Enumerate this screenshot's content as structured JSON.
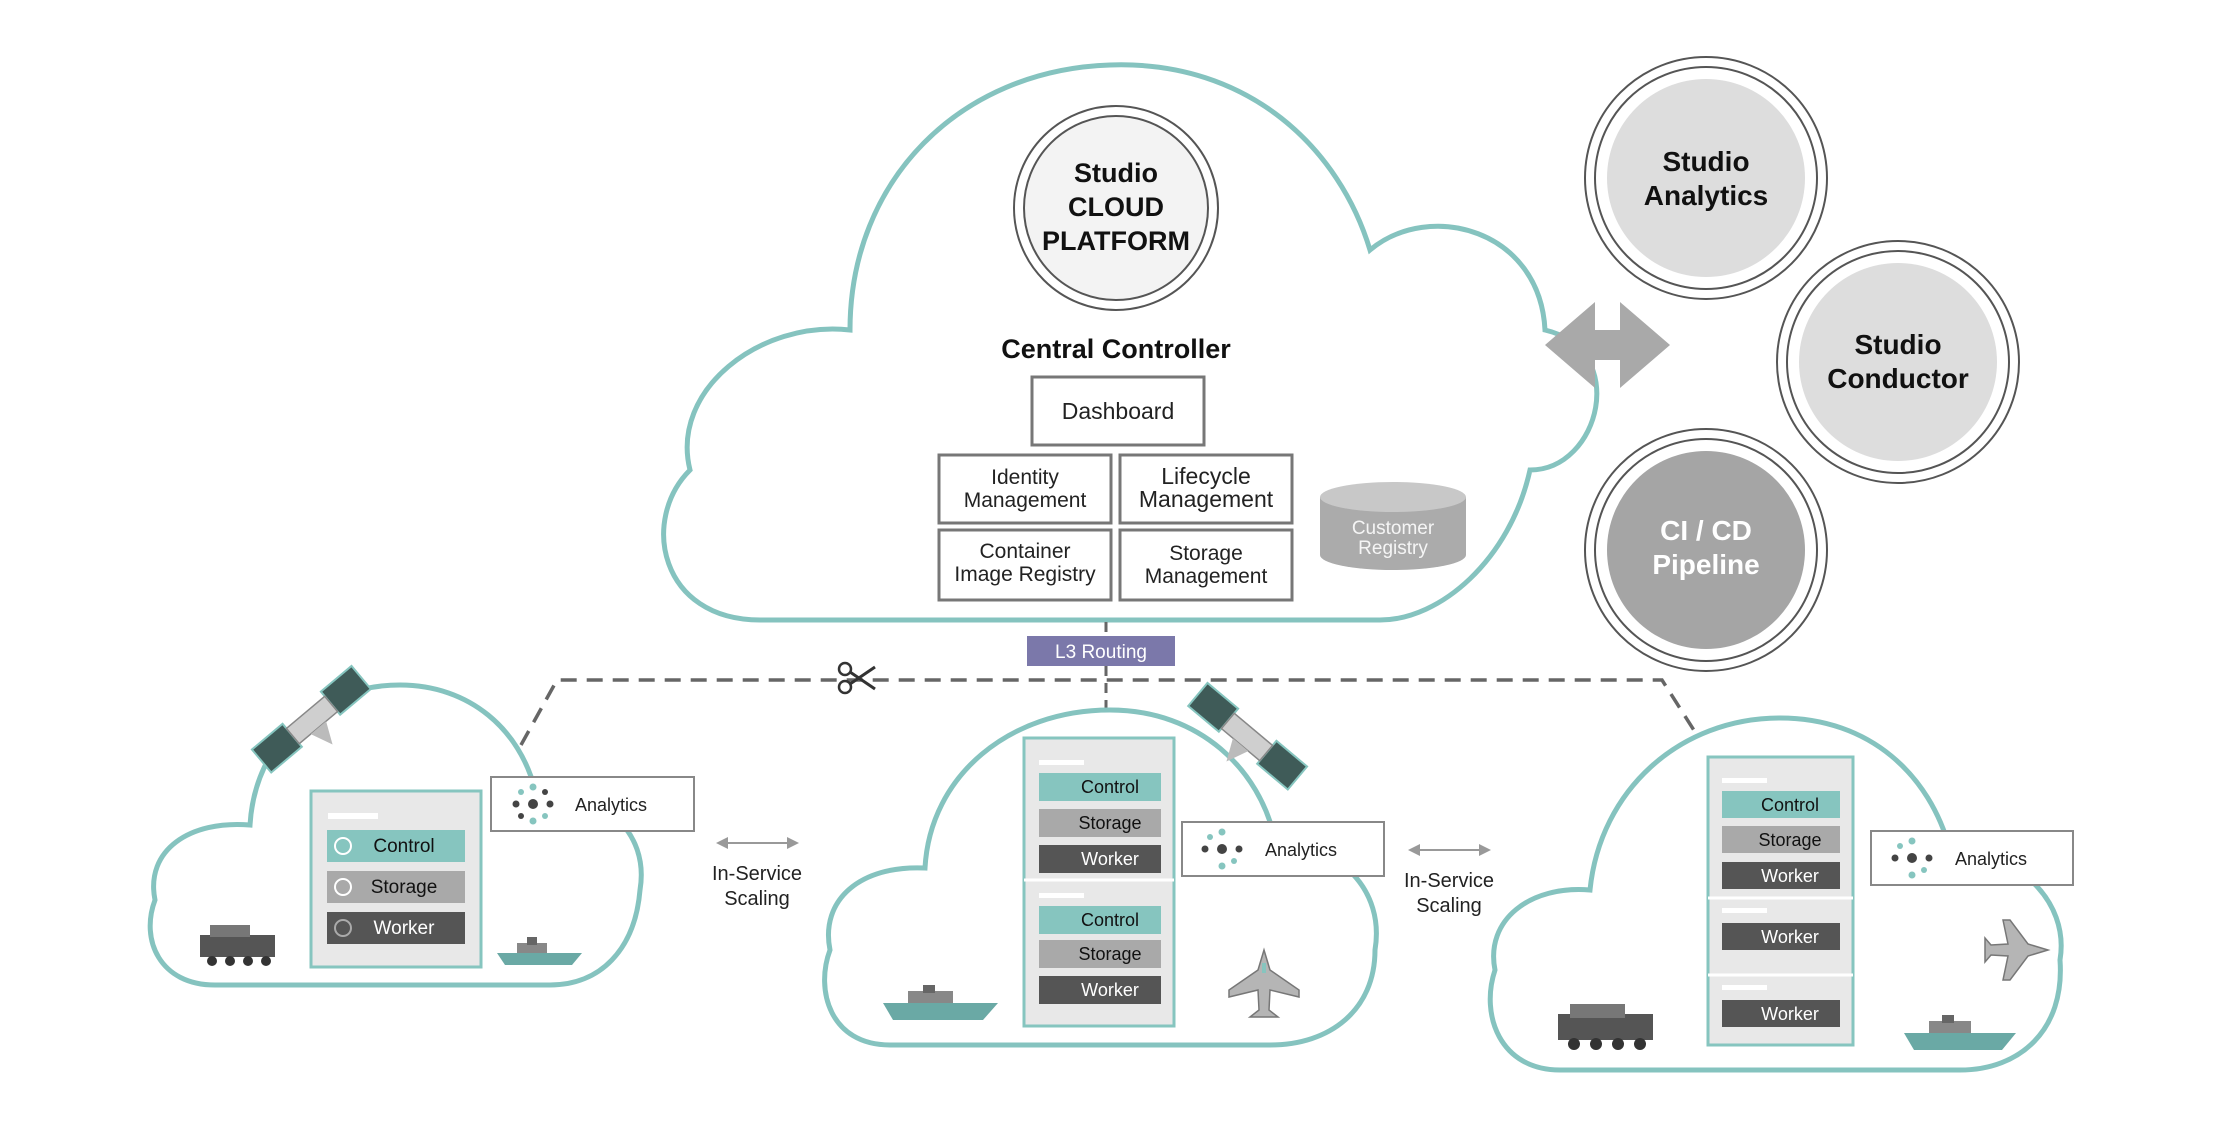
{
  "colors": {
    "teal": "#7fbfbc",
    "teal_fill": "#86c5bf",
    "cloud_stroke": "#85c3bf",
    "grey_mid": "#a9a9a9",
    "grey_dark": "#555555",
    "routing_purple": "#7b78aa",
    "circle_light": "#dddddd",
    "circle_dark": "#a5a5a5"
  },
  "platform": {
    "title_line1": "Studio",
    "title_line2": "CLOUD",
    "title_line3": "PLATFORM",
    "controller_title": "Central Controller",
    "dashboard": "Dashboard",
    "identity_line1": "Identity",
    "identity_line2": "Management",
    "lifecycle_line1": "Lifecycle",
    "lifecycle_line2": "Management",
    "container_line1": "Container",
    "container_line2": "Image Registry",
    "storage_line1": "Storage",
    "storage_line2": "Management",
    "registry_line1": "Customer",
    "registry_line2": "Registry"
  },
  "services": {
    "analytics_line1": "Studio",
    "analytics_line2": "Analytics",
    "conductor_line1": "Studio",
    "conductor_line2": "Conductor",
    "cicd_line1": "CI / CD",
    "cicd_line2": "Pipeline"
  },
  "routing": {
    "label": "L3 Routing"
  },
  "scaling": {
    "line1": "In-Service",
    "line2": "Scaling"
  },
  "node": {
    "control": "Control",
    "storage": "Storage",
    "worker": "Worker",
    "analytics": "Analytics"
  },
  "icons": [
    "satellite-icon",
    "tank-icon",
    "ship-icon",
    "jet-icon",
    "scissors-icon",
    "analytics-network-icon",
    "chevron-icon",
    "disk-icon",
    "gear-icon"
  ]
}
